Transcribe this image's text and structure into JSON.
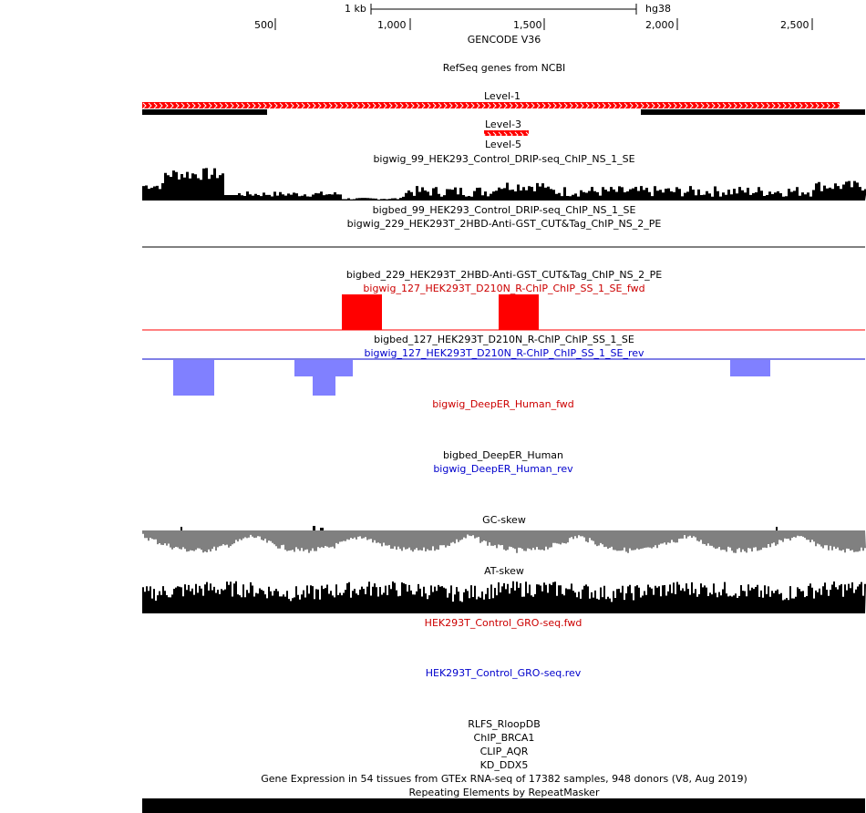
{
  "ruler": {
    "scale_label": "1 kb",
    "assembly": "hg38",
    "ticks": [
      "500",
      "1,000",
      "1,500",
      "2,000",
      "2,500"
    ]
  },
  "tracks": {
    "gencode": "GENCODE V36",
    "refseq": "RefSeq genes from NCBI",
    "level1": "Level-1",
    "level3": "Level-3",
    "level5": "Level-5",
    "drip_wig": "bigwig_99_HEK293_Control_DRIP-seq_ChIP_NS_1_SE",
    "drip_bed": "bigbed_99_HEK293_Control_DRIP-seq_ChIP_NS_1_SE",
    "cut_wig": "bigwig_229_HEK293T_2HBD-Anti-GST_CUT&Tag_ChIP_NS_2_PE",
    "cut_bed": "bigbed_229_HEK293T_2HBD-Anti-GST_CUT&Tag_ChIP_NS_2_PE",
    "rchip_fwd": "bigwig_127_HEK293T_D210N_R-ChIP_ChIP_SS_1_SE_fwd",
    "rchip_bed": "bigbed_127_HEK293T_D210N_R-ChIP_ChIP_SS_1_SE",
    "rchip_rev": "bigwig_127_HEK293T_D210N_R-ChIP_ChIP_SS_1_SE_rev",
    "deeper_fwd": "bigwig_DeepER_Human_fwd",
    "deeper_bed": "bigbed_DeepER_Human",
    "deeper_rev": "bigwig_DeepER_Human_rev",
    "gc_skew": "GC-skew",
    "at_skew": "AT-skew",
    "gro_fwd": "HEK293T_Control_GRO-seq.fwd",
    "gro_rev": "HEK293T_Control_GRO-seq.rev",
    "rlfs": "RLFS_RloopDB",
    "chip_brca1": "ChIP_BRCA1",
    "clip_aqr": "CLIP_AQR",
    "kd_ddx5": "KD_DDX5",
    "gtex": "Gene Expression in 54 tissues from GTEx RNA-seq of 17382 samples, 948 donors (V8, Aug 2019)",
    "repeatmasker": "Repeating Elements by RepeatMasker"
  },
  "colors": {
    "fwd": "#ff0000",
    "rev": "#8080ff",
    "rev_line": "#0000cc",
    "gc": "#808080",
    "feature": "#000000"
  }
}
